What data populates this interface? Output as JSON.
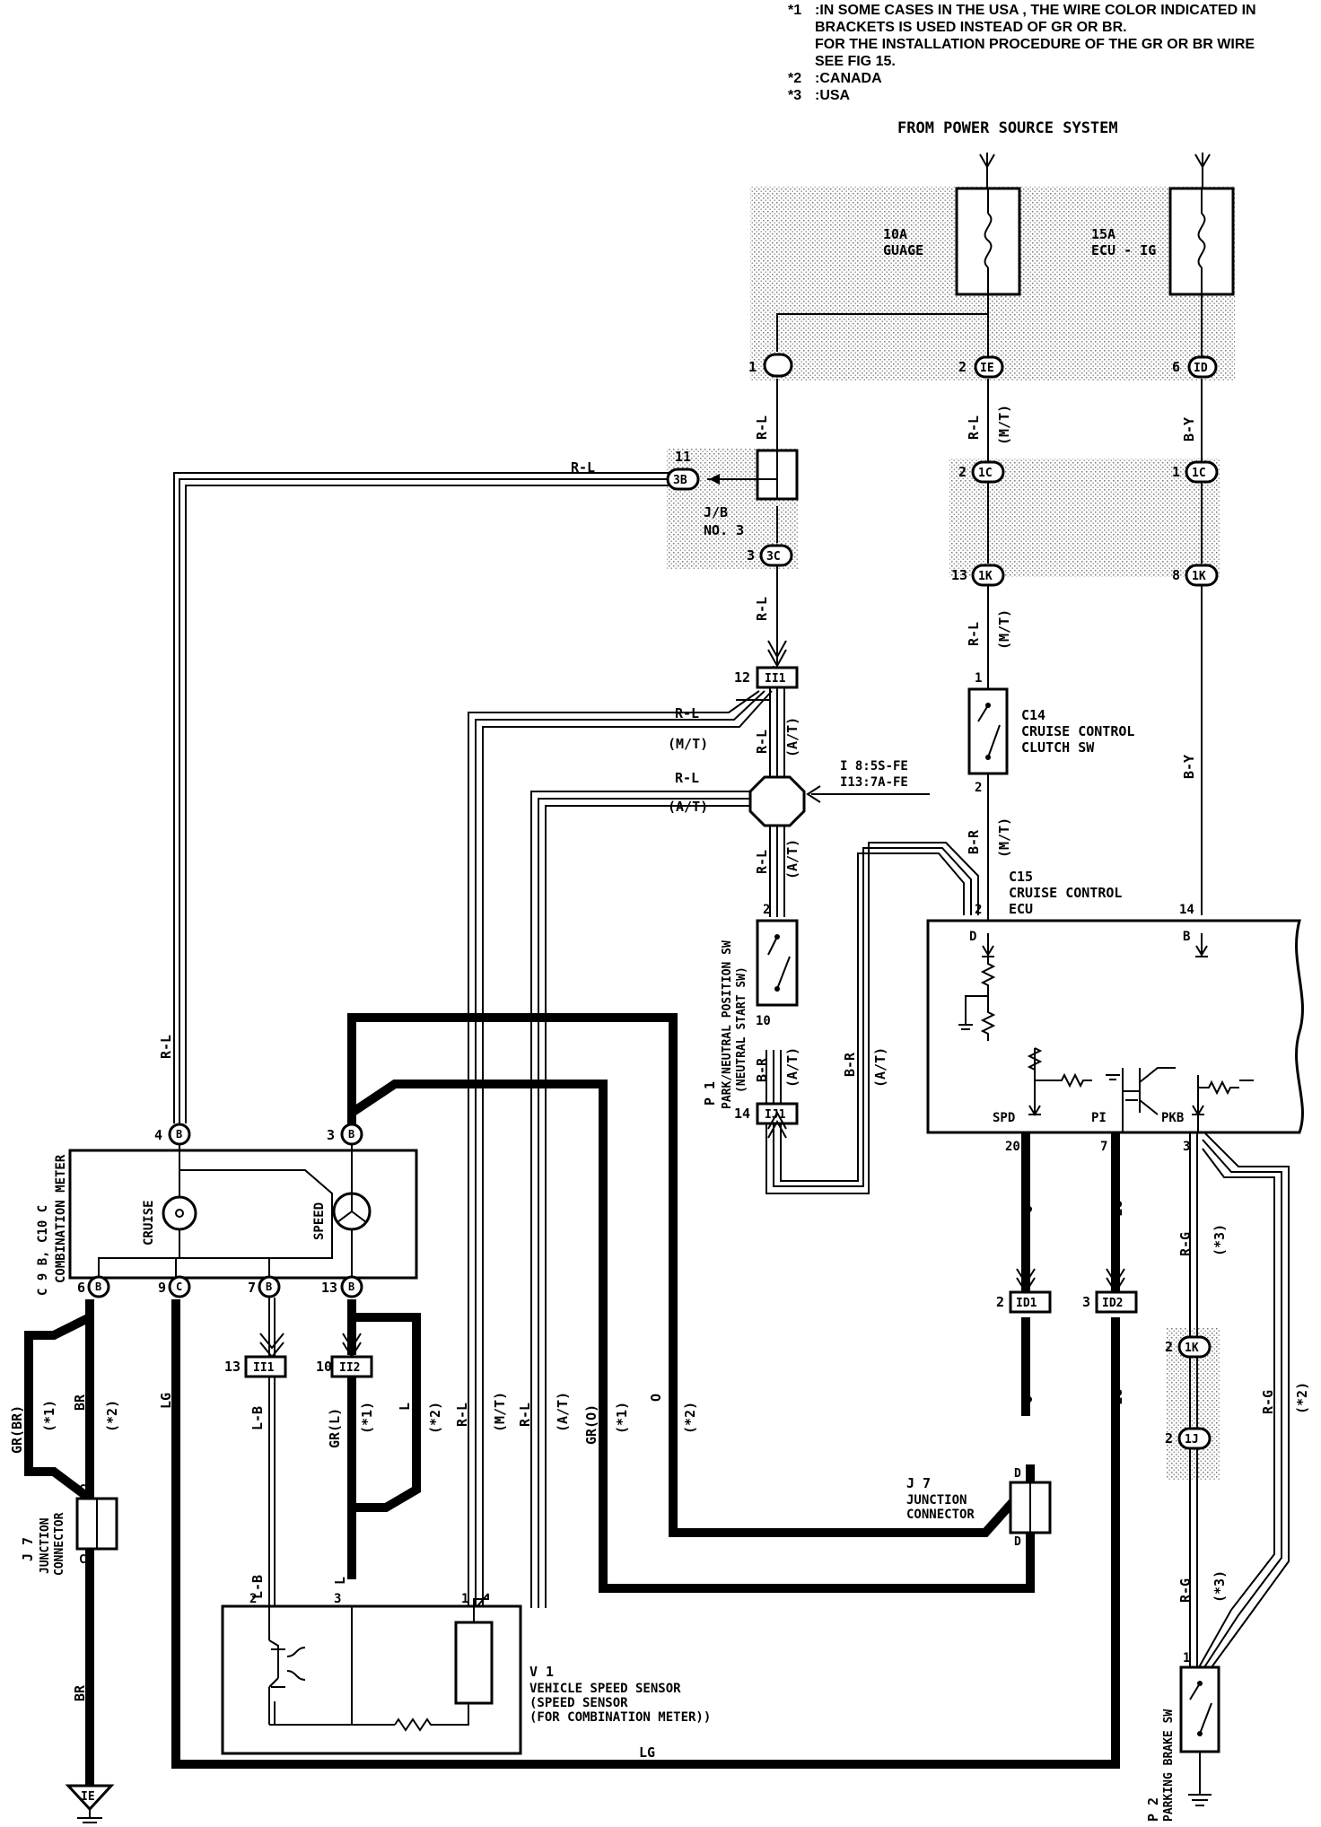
{
  "notes": {
    "n1_key": "*1",
    "n1_text": ":IN SOME CASES IN THE USA , THE WIRE COLOR INDICATED IN BRACKETS IS USED INSTEAD OF GR OR BR.",
    "n1_text2": "FOR THE INSTALLATION PROCEDURE OF THE GR OR BR WIRE",
    "n1_text3": "SEE FIG 15.",
    "n2_key": "*2",
    "n2_text": ":CANADA",
    "n3_key": "*3",
    "n3_text": ":USA"
  },
  "power_source": "FROM POWER SOURCE SYSTEM",
  "fuses": [
    {
      "amp": "10A",
      "name": "GUAGE"
    },
    {
      "amp": "15A",
      "name": "ECU - IG"
    }
  ],
  "connectors": {
    "p1": "1",
    "p1e_num": "2",
    "p1e": "IE",
    "p1d_num": "6",
    "p1d": "ID",
    "p3b_num": "11",
    "p3b": "3B",
    "p3c_num": "3",
    "p3c": "3C",
    "p1c_a_num": "2",
    "p1c_b_num": "1",
    "p1c": "1C",
    "p1k_a_num": "13",
    "p1k_b_num": "8",
    "p1k": "1K",
    "p_ii1_num": "12",
    "p_ii1": "II1",
    "p_ij1_num": "14",
    "p_ij1": "IJ1",
    "p_id1_num": "2",
    "p_id1": "ID1",
    "p_id2_num": "3",
    "p_id2": "ID2",
    "p_1k2_num": "2",
    "p_1k2": "1K",
    "p_1j_num": "2",
    "p_1j": "1J",
    "m4_num": "4",
    "m3_num": "3",
    "mB": "B",
    "mC": "C",
    "m6_num": "6",
    "m9_num": "9",
    "m7_num": "7",
    "m13_num": "13",
    "p_ii1b_num": "13",
    "p_ii1b": "II1",
    "p_ii2_num": "10",
    "p_ii2": "II2",
    "ground": "IE"
  },
  "jb": {
    "line1": "J/B",
    "line2": "NO. 3"
  },
  "components": {
    "c14_id": "C14",
    "c14_name1": "CRUISE CONTROL",
    "c14_name2": "CLUTCH SW",
    "c15_id": "C15",
    "c15_name1": "CRUISE CONTROL",
    "c15_name2": "ECU",
    "i8": "I 8:5S-FE",
    "i13": "I13:7A-FE",
    "p1_id": "P 1",
    "p1_name1": "PARK/NEUTRAL POSITION SW",
    "p1_name2": "(NEUTRAL START SW)",
    "meter_id": "C 9 B, C10 C",
    "meter_name": "COMBINATION METER",
    "cruise": "CRUISE",
    "speed": "SPEED",
    "j7_id": "J 7",
    "j7_name1": "JUNCTION",
    "j7_name2": "CONNECTOR",
    "v1_id": "V 1",
    "v1_name1": "VEHICLE SPEED SENSOR",
    "v1_name2": "(SPEED SENSOR",
    "v1_name3": "(FOR COMBINATION METER))",
    "p2_id": "P 2",
    "p2_name": "PARKING BRAKE SW"
  },
  "ecu_pins": {
    "D_num": "2",
    "D": "D",
    "B_num": "14",
    "B": "B",
    "SPD": "SPD",
    "PI": "PI",
    "PKB": "PKB",
    "spd_num": "20",
    "pi_num": "7",
    "pkb_num": "3"
  },
  "pin_nums": {
    "c14_1": "1",
    "c14_2": "2",
    "p1_2": "2",
    "p1_10": "10",
    "j7c_top": "C",
    "j7c_bot": "C",
    "j7d_top": "D",
    "j7d_bot": "D",
    "v1_2": "2",
    "v1_3": "3",
    "v1_1": "1",
    "p2_1": "1"
  },
  "wires": {
    "rl": "R-L",
    "mt": "(M/T)",
    "at": "(A/T)",
    "by": "B-Y",
    "br_col": "B-R",
    "rg": "R-G",
    "star3": "(*3)",
    "star2": "(*2)",
    "star1": "(*1)",
    "o": "O",
    "lg": "LG",
    "lb": "L-B",
    "l": "L",
    "br": "BR",
    "gr_br": "GR(BR)",
    "gr_l": "GR(L)",
    "gr_o": "GR(O)"
  }
}
